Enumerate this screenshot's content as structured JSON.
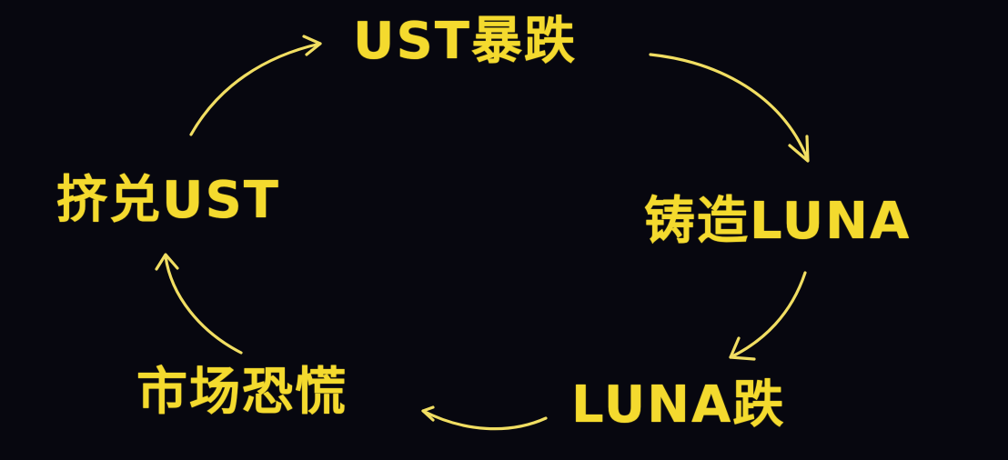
{
  "diagram": {
    "nodes": {
      "top": "UST暴跌",
      "right": "铸造LUNA",
      "bottom": "LUNA跌",
      "middle_left": "市场恐慌",
      "left": "挤兑UST"
    },
    "colors": {
      "background": "#07070f",
      "text": "#f4da2e",
      "arrow": "#f1de62"
    }
  }
}
